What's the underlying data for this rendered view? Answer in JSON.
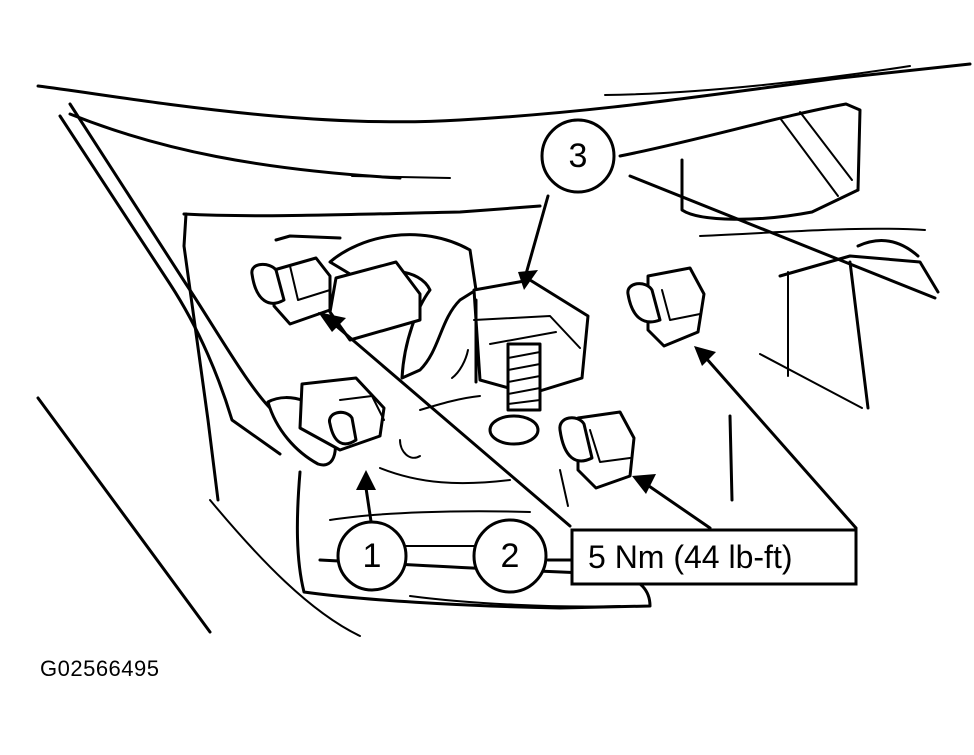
{
  "callouts": [
    {
      "label": "1"
    },
    {
      "label": "2"
    },
    {
      "label": "3"
    }
  ],
  "torque_spec": "5 Nm (44 lb-ft)",
  "figure_id": "G02566495"
}
